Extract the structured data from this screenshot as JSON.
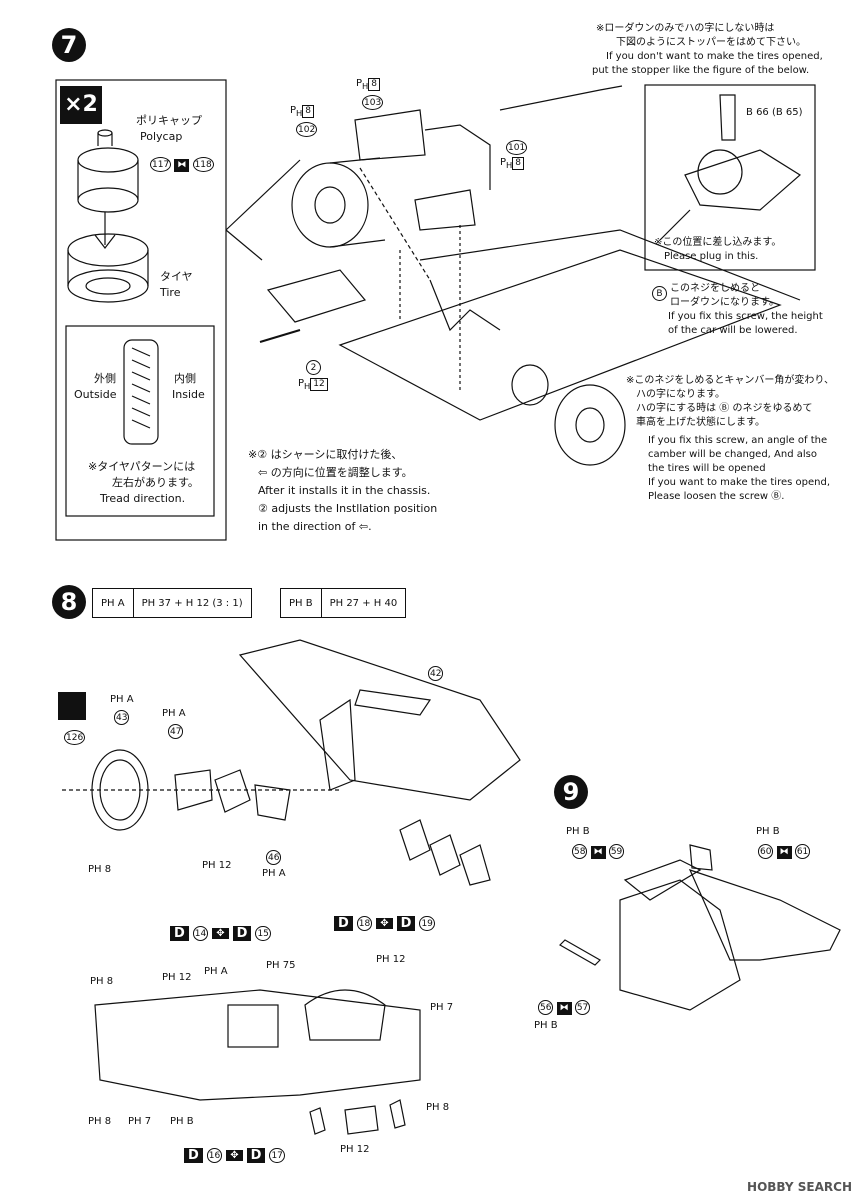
{
  "steps": {
    "s7": "7",
    "s8": "8",
    "s9": "9"
  },
  "step7": {
    "x2": "×2",
    "polycap_jp": "ポリキャップ",
    "polycap_en": "Polycap",
    "polycap_parts": [
      "117",
      "118"
    ],
    "tire_jp": "タイヤ",
    "tire_en": "Tire",
    "outside_jp": "外側",
    "outside_en": "Outside",
    "inside_jp": "内側",
    "inside_en": "Inside",
    "tread_jp1": "※タイヤパターンには",
    "tread_jp2": "左右があります。",
    "tread_en": "Tread direction.",
    "parts": {
      "p101": "101",
      "p102": "102",
      "p103": "103",
      "p2": "2",
      "ph8": "8",
      "ph12": "12"
    },
    "note_top_jp1": "※ローダウンのみでハの字にしない時は",
    "note_top_jp2": "下図のようにストッパーをはめて下さい。",
    "note_top_en1": "If you don't want to make the tires opened,",
    "note_top_en2": "put the stopper like the figure of the below.",
    "inset_b": "B",
    "inset_parts": "66 (B 65)",
    "inset_jp": "※この位置に差し込みます。",
    "inset_en": "Please plug in this.",
    "b_label": "B",
    "lowdown_jp1": "このネジをしめると",
    "lowdown_jp2": "ローダウンになります。",
    "lowdown_en1": "If you fix this screw, the height",
    "lowdown_en2": "of the car will be lowered.",
    "camber_jp1": "※このネジをしめるとキャンバー角が変わり、",
    "camber_jp2": "ハの字になります。",
    "camber_jp3": "ハの字にする時は Ⓑ のネジをゆるめて",
    "camber_jp4": "車高を上げた状態にします。",
    "camber_en1": "If you fix this screw, an angle of the",
    "camber_en2": "camber will be changed, And also",
    "camber_en3": "the tires will be opened",
    "camber_en4": "If you want to make the tires opend,",
    "camber_en5": "Please loosen the screw Ⓑ.",
    "adjust_jp1": "※② はシャーシに取付けた後、",
    "adjust_jp2": "⇦ の方向に位置を調整します。",
    "adjust_en1": "After it installs it in the chassis.",
    "adjust_en2": "② adjusts the Instllation position",
    "adjust_en3": "in the direction of ⇦."
  },
  "step8": {
    "paint1_a": "PH A",
    "paint1_b": "PH 37 + H 12 (3 : 1)",
    "paint2_a": "PH B",
    "paint2_b": "PH 27 + H 40",
    "parts": {
      "p42": "42",
      "p43": "43",
      "p47": "47",
      "p46": "46",
      "p126": "126"
    },
    "ph_a": "PH A",
    "ph8": "PH 8",
    "ph12": "PH 12",
    "decal1": [
      "D",
      "14",
      "D",
      "15"
    ],
    "decal2": [
      "D",
      "18",
      "D",
      "19"
    ],
    "decal3": [
      "D",
      "16",
      "D",
      "17"
    ],
    "dash_labels": {
      "ph8a": "PH 8",
      "ph12a": "PH 12",
      "pha": "PH A",
      "ph75": "PH 75",
      "ph12b": "PH 12",
      "ph7a": "PH 7",
      "ph8b": "PH 8",
      "ph7b": "PH 7",
      "phb": "PH B",
      "ph8c": "PH 8",
      "ph12c": "PH 12"
    }
  },
  "step9": {
    "phb1": "PH B",
    "phb2": "PH B",
    "phb3": "PH B",
    "seat1": [
      "58",
      "59"
    ],
    "seat2": [
      "60",
      "61"
    ],
    "seat3": [
      "56",
      "57"
    ]
  },
  "watermark": "HOBBY SEARCH"
}
